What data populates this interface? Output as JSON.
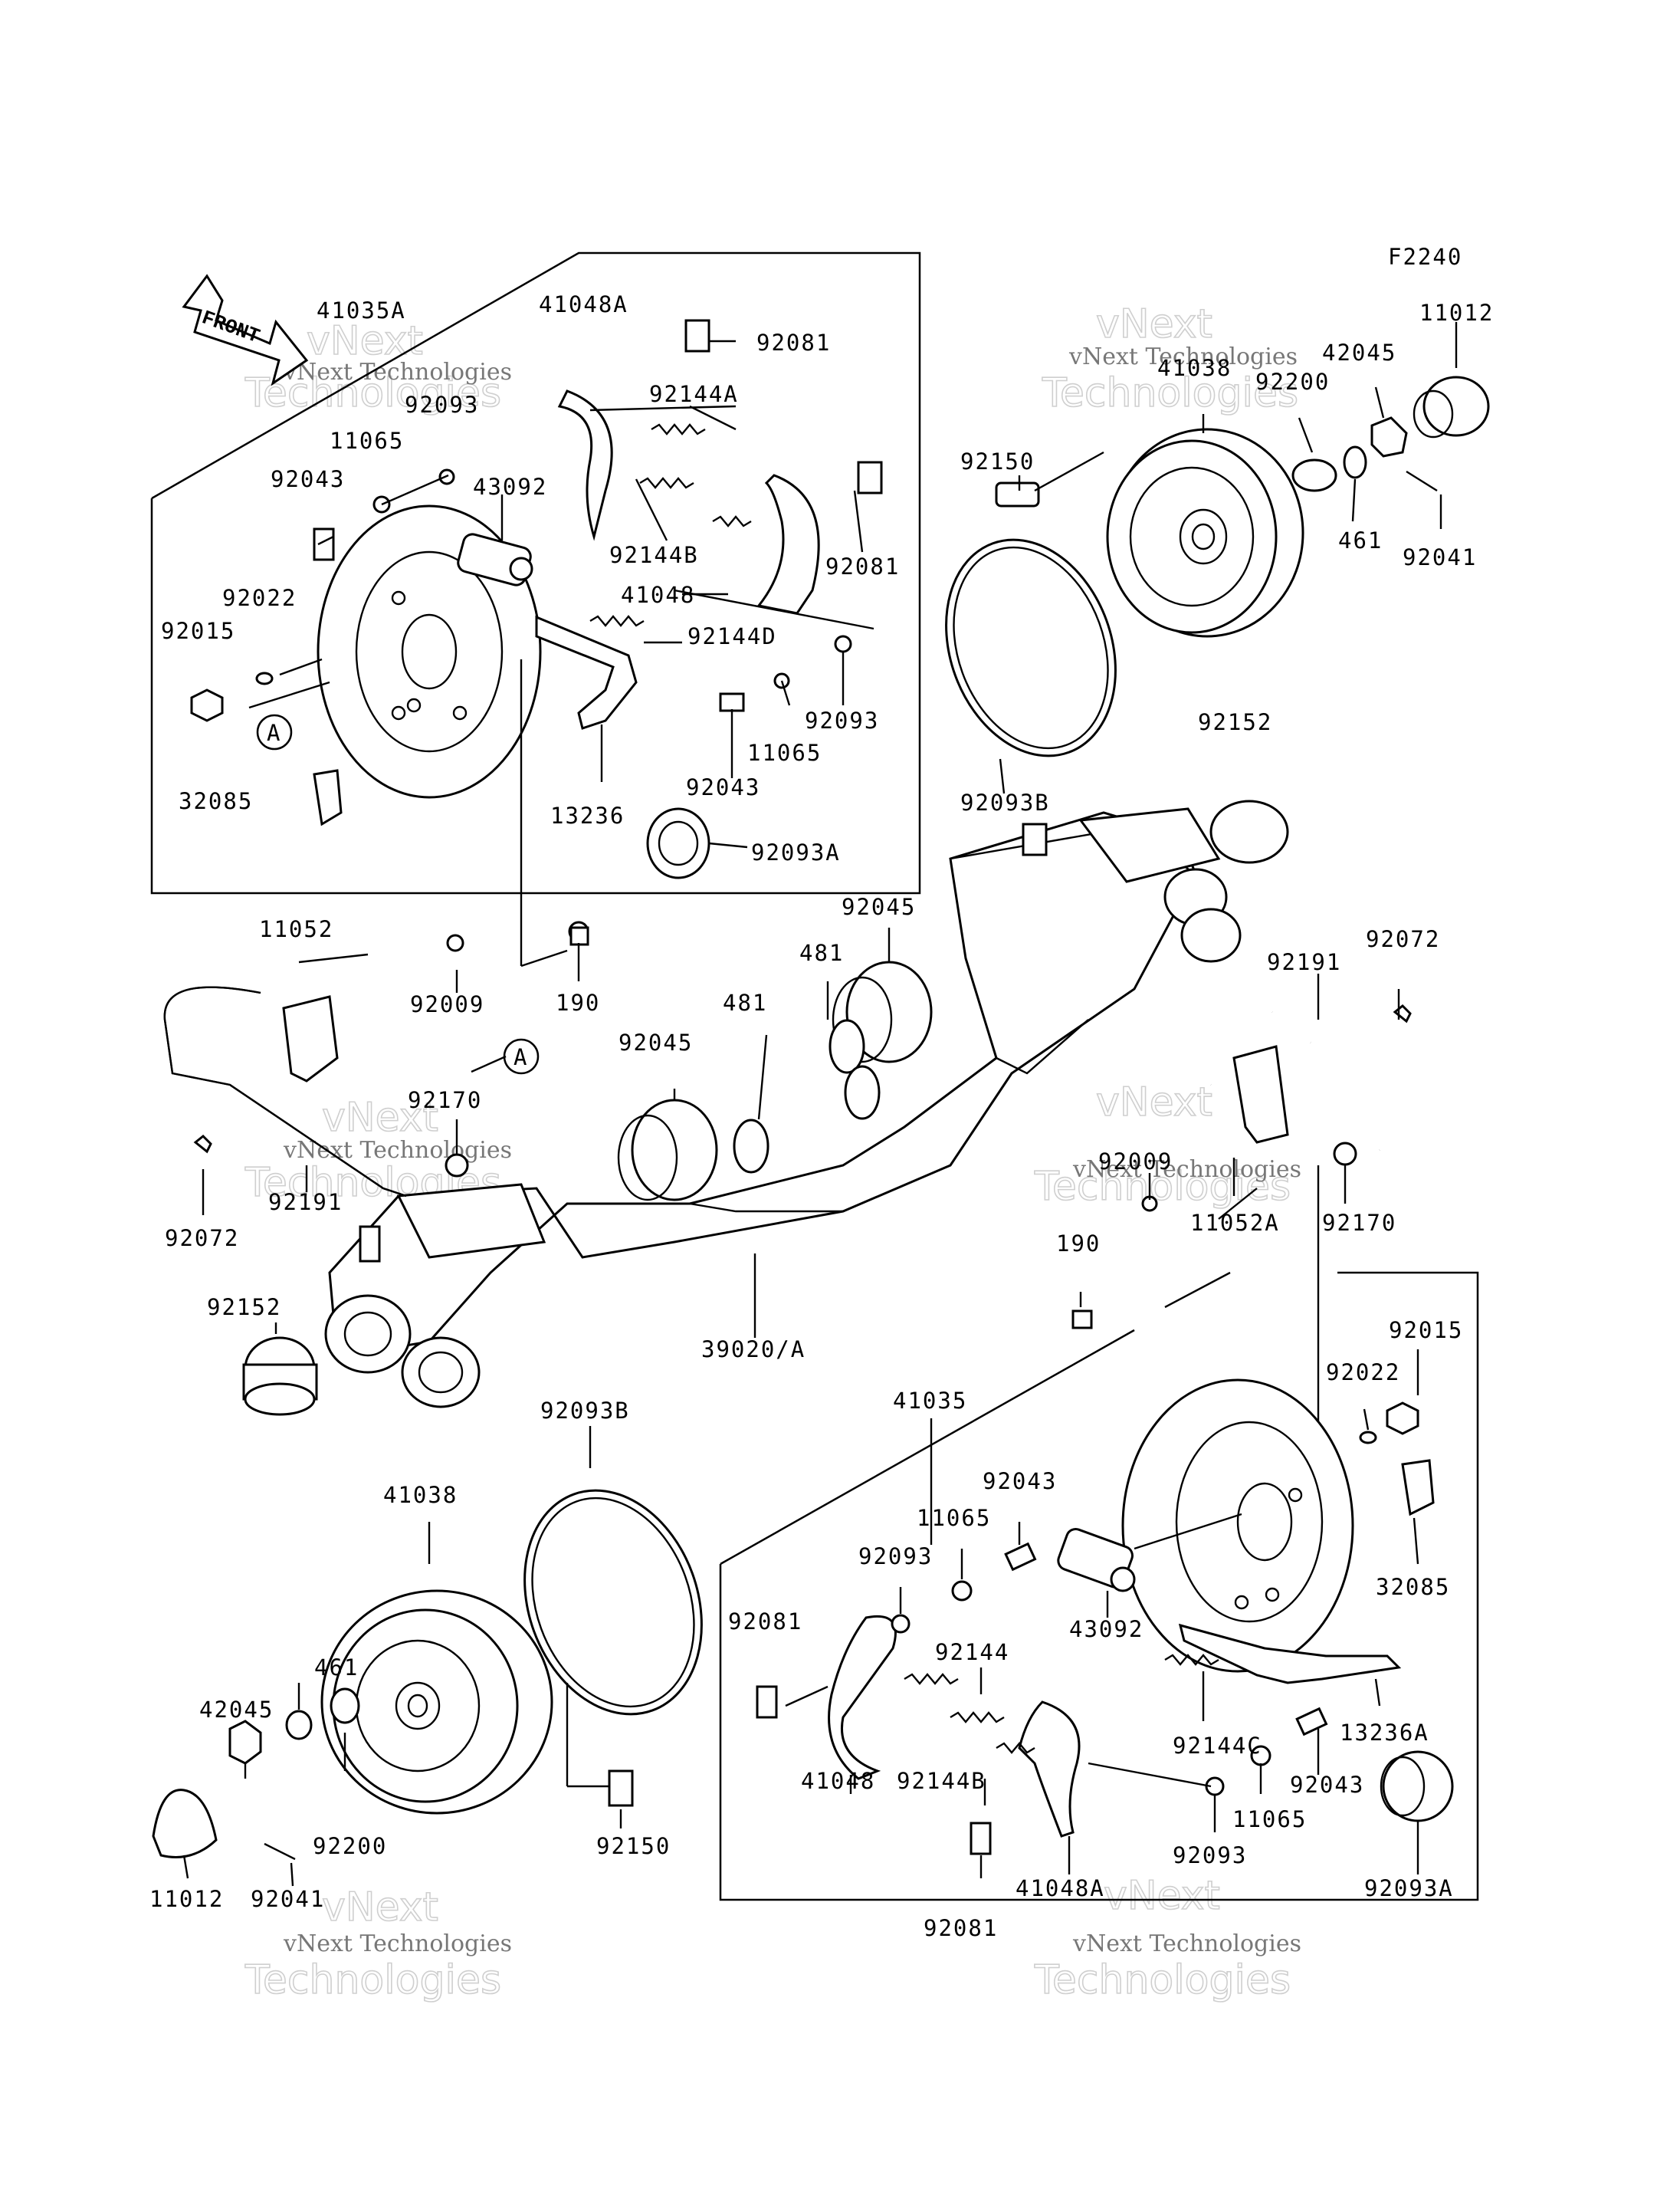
{
  "figure_code": "F2240",
  "front_label": "FRONT",
  "watermark_text": "vNext Technologies",
  "watermark_big": [
    "vNext",
    "Technologies"
  ],
  "callouts": {
    "a_top": "A",
    "a_mid": "A"
  },
  "part_labels": {
    "p41035A": "41035A",
    "p41048A_top": "41048A",
    "p92081_t1": "92081",
    "p92144A": "92144A",
    "p92093_tl": "92093",
    "p11065_tl": "11065",
    "p92043_tl": "92043",
    "p43092_top": "43092",
    "p92144B_top": "92144B",
    "p92081_t2": "92081",
    "p41048_top": "41048",
    "p92022_l": "92022",
    "p92015_l": "92015",
    "p92144D": "92144D",
    "p92093_tc": "92093",
    "p11065_tc": "11065",
    "p92043_tc": "92043",
    "p32085_l": "32085",
    "p13236": "13236",
    "p92093A_top": "92093A",
    "p41038_top": "41038",
    "p92200_top": "92200",
    "p42045_top": "42045",
    "p11012_top": "11012",
    "p92150_top": "92150",
    "p461_top": "461",
    "p92041_top": "92041",
    "p92093B_top": "92093B",
    "p92152_r": "92152",
    "p92045_c": "92045",
    "p481_c": "481",
    "p481_l": "481",
    "p92045_l": "92045",
    "p11052": "11052",
    "p92009_l": "92009",
    "p190_l": "190",
    "p92170_l": "92170",
    "p92072_r": "92072",
    "p92191_r": "92191",
    "p92009_r": "92009",
    "p11052A": "11052A",
    "p92170_r": "92170",
    "p92191_l": "92191",
    "p92072_l": "92072",
    "p92152_l": "92152",
    "p39020A": "39020/A",
    "p190_r": "190",
    "p92015_r": "92015",
    "p92022_r": "92022",
    "p41035": "41035",
    "p32085_r": "32085",
    "p92093B_bot": "92093B",
    "p41038_bot": "41038",
    "p92043_br1": "92043",
    "p11065_br1": "11065",
    "p92093_br1": "92093",
    "p92081_b1": "92081",
    "p43092_bot": "43092",
    "p92144": "92144",
    "p13236A": "13236A",
    "p461_bot": "461",
    "p42045_bot": "42045",
    "p92144C": "92144C",
    "p41048_bot": "41048",
    "p92144B_bot": "92144B",
    "p92043_br2": "92043",
    "p11065_br2": "11065",
    "p92200_bot": "92200",
    "p92150_bot": "92150",
    "p92093_br2": "92093",
    "p41048A_bot": "41048A",
    "p92093A_bot": "92093A",
    "p11012_bot": "11012",
    "p92041_bot": "92041",
    "p92081_b2": "92081"
  }
}
